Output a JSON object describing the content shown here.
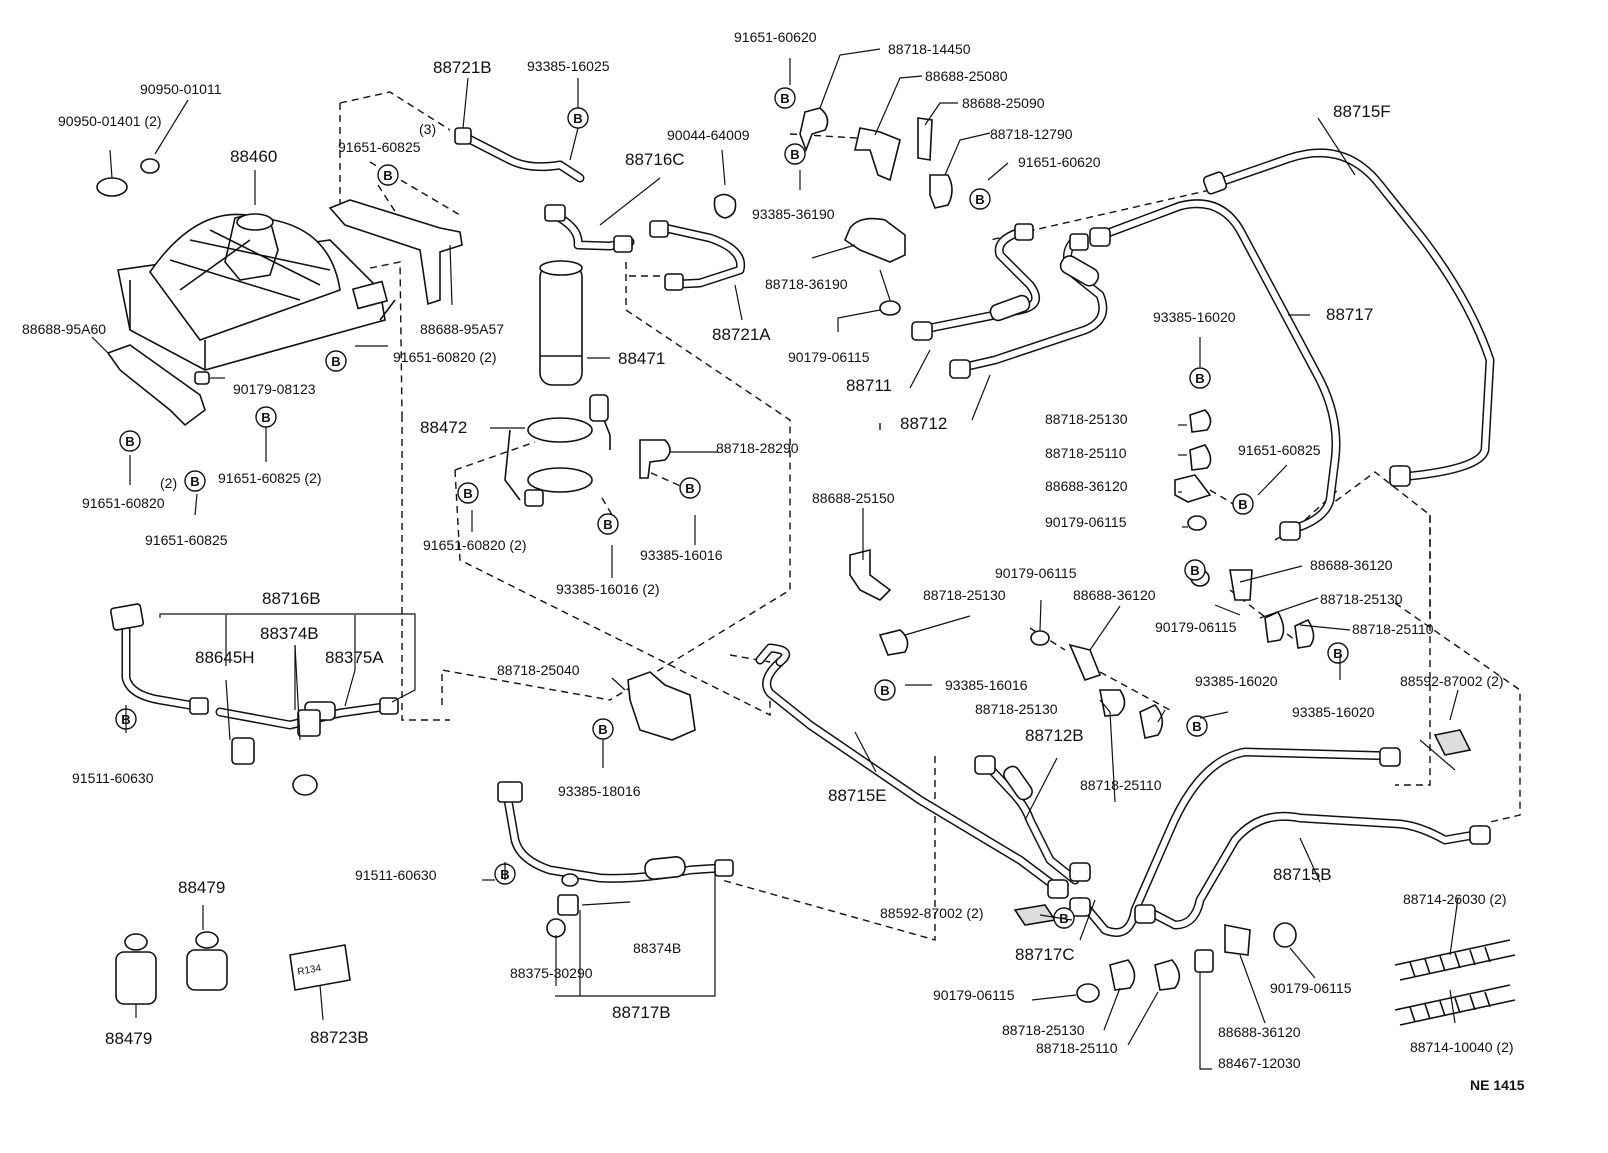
{
  "diagram": {
    "drawing_code": "NE 1415",
    "bolt_symbol": "B",
    "labels": {
      "p90950_01011": "90950-01011",
      "p90950_01401": "90950-01401 (2)",
      "p88721B": "88721B",
      "p93385_16025": "93385-16025",
      "p3": "(3)",
      "p91651_60825_a": "91651-60825",
      "p88460": "88460",
      "p88688_95A60": "88688-95A60",
      "p88688_95A57": "88688-95A57",
      "p91651_60820_2a": "91651-60820 (2)",
      "p90179_08123": "90179-08123",
      "p91651_60825_2": "91651-60825 (2)",
      "p2": "(2)",
      "p91651_60820": "91651-60820",
      "p91651_60825_b": "91651-60825",
      "p90044_64009": "90044-64009",
      "p88716C": "88716C",
      "p88721A": "88721A",
      "p88471": "88471",
      "p88472": "88472",
      "p88718_28290": "88718-28290",
      "p91651_60820_2b": "91651-60820 (2)",
      "p93385_16016_2": "93385-16016 (2)",
      "p93385_16016_a": "93385-16016",
      "p91651_60620_a": "91651-60620",
      "p88718_14450": "88718-14450",
      "p88688_25080": "88688-25080",
      "p88688_25090": "88688-25090",
      "p88718_12790": "88718-12790",
      "p91651_60620_b": "91651-60620",
      "p93385_36190": "93385-36190",
      "p88718_36190": "88718-36190",
      "p90179_06115_a": "90179-06115",
      "p88711": "88711",
      "p88712": "88712",
      "p88715F": "88715F",
      "p88717": "88717",
      "p93385_16020_a": "93385-16020",
      "p88718_25130_a": "88718-25130",
      "p88718_25110_a": "88718-25110",
      "p88688_36120_a": "88688-36120",
      "p90179_06115_b": "90179-06115",
      "p91651_60825_c": "91651-60825",
      "p88688_36120_b": "88688-36120",
      "p88718_25130_b": "88718-25130",
      "p90179_06115_c": "90179-06115",
      "p88718_25110_b": "88718-25110",
      "p93385_16020_b": "93385-16020",
      "p93385_16020_c": "93385-16020",
      "p88592_87002_2a": "88592-87002 (2)",
      "p88688_25150": "88688-25150",
      "p88718_25130_c": "88718-25130",
      "p90179_06115_d": "90179-06115",
      "p88688_36120_c": "88688-36120",
      "p93385_16016_b": "93385-16016",
      "p88718_25130_d": "88718-25130",
      "p88718_25110_c": "88718-25110",
      "p88712B": "88712B",
      "p88716B": "88716B",
      "p88374B_a": "88374B",
      "p88645H": "88645H",
      "p88375A": "88375A",
      "p91511_60630_a": "91511-60630",
      "p88718_25040": "88718-25040",
      "p93385_18016": "93385-18016",
      "p88715E": "88715E",
      "p88715B": "88715B",
      "p88592_87002_2b": "88592-87002 (2)",
      "p88717C": "88717C",
      "p91511_60630_b": "91511-60630",
      "p88374B_b": "88374B",
      "p88375_30290": "88375-30290",
      "p88717B": "88717B",
      "p88479_a": "88479",
      "p88479_b": "88479",
      "p88723B": "88723B",
      "p90179_06115_e": "90179-06115",
      "p88718_25130_e": "88718-25130",
      "p88718_25110_d": "88718-25110",
      "p88467_12030": "88467-12030",
      "p88688_36120_d": "88688-36120",
      "p90179_06115_f": "90179-06115",
      "p88714_26030": "88714-26030 (2)",
      "p88714_10040": "88714-10040 (2)"
    }
  }
}
